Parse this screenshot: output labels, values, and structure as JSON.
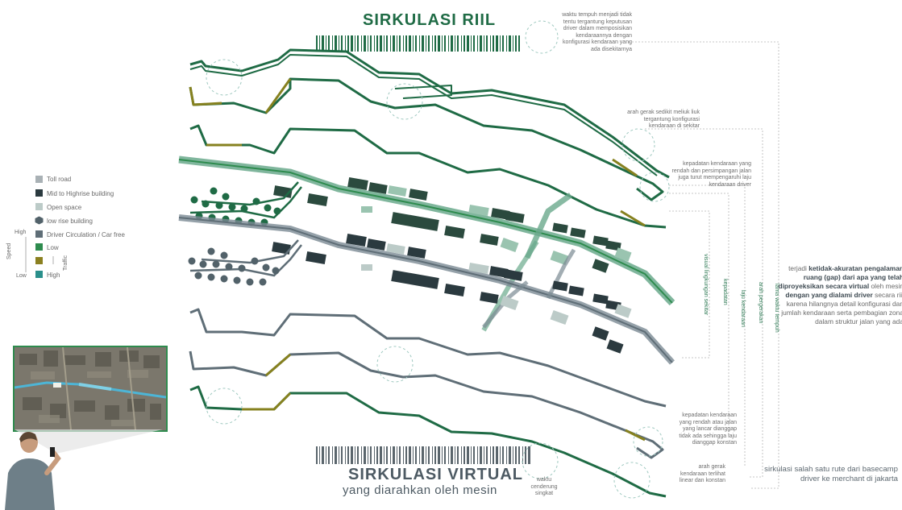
{
  "titles": {
    "riil": "SIRKULASI RIIL",
    "virtual": "SIRKULASI VIRTUAL",
    "virtual_sub": "yang diarahkan oleh mesin"
  },
  "annotations": {
    "top_right": "waktu tempuh menjadi tidak\ntentu tergantung keputusan\ndriver dalam memposisikan\nkendaraannya dengan\nkonfigurasi kendaraan yang\nada disekitarnya",
    "arah_gerak": "arah gerak sedikit meliuk liuk\ntergantung konfigurasi\nkendaraan di sekitar",
    "kepadatan_top": "kepadatan kendaraan yang\nrendah dan persimpangan jalan\njuga turut mempengaruhi laju\nkendaraan driver",
    "kepadatan_bottom": "kepadatan kendaraan\nyang rendah atau jalan\nyang lancar dianggap\ntidak ada sehingga laju\ndianggap konstan",
    "arah_linear": "arah gerak\nkendaraan terlihat\nlinear dan konstan",
    "waktu_singkat": "waktu\ncenderung\nsingkat"
  },
  "vertical_labels": {
    "visual": "visual lingkungan sekitar",
    "kepadatan": "kepadatan",
    "laju": "laju kendaraan",
    "arah": "arah pergerakan",
    "lama": "lama waktu tempuh"
  },
  "legend": {
    "items": [
      {
        "label": "Toll road",
        "color": "#a9b1b5",
        "shape": "square"
      },
      {
        "label": "Mid to Highrise building",
        "color": "#2b3a3f",
        "shape": "square"
      },
      {
        "label": "Open space",
        "color": "#bccbc8",
        "shape": "square"
      },
      {
        "label": "low rise building",
        "color": "#52626a",
        "shape": "hexagon"
      },
      {
        "label": "Driver Circulation / Car free",
        "color": "#5f6e77",
        "shape": "square"
      },
      {
        "label": "Low",
        "color": "#2e8b4e",
        "shape": "square"
      },
      {
        "label": "",
        "color": "#8b8020",
        "shape": "square"
      },
      {
        "label": "High",
        "color": "#2a8f8b",
        "shape": "square"
      }
    ],
    "speed": "Speed",
    "speed_high": "High",
    "speed_low": "Low",
    "traffic": "Traffic"
  },
  "conclusion": {
    "p1": "terjadi",
    "b1": "ketidak-akuratan pengalaman ruang (gap) dari apa yang telah diproyeksikan secara virtual",
    "p2": "oleh mesin",
    "b2": "dengan yang dialami driver",
    "p3": "secara riil karena hilangnya detail konfigurasi dan jumlah kendaraan serta pembagian zona dalam struktur jalan yang ada"
  },
  "caption": "sirkulasi salah satu rute dari basecamp driver ke merchant di jakarta",
  "colors": {
    "green_dark": "#1f6b45",
    "green": "#2a7a55",
    "olive": "#86811f",
    "teal": "#6aa98c",
    "grey": "#6b7a84",
    "building": "#2b4a3e"
  }
}
